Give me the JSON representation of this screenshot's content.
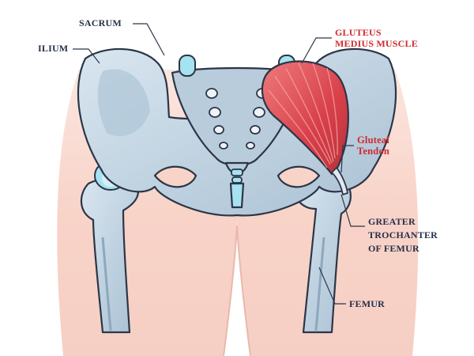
{
  "labels": {
    "sacrum": "SACRUM",
    "ilium": "ILIUM",
    "gluteus_medius": [
      "GLUTEUS",
      "MEDIUS MUSCLE"
    ],
    "gluteal_tendon": [
      "Gluteal",
      "Tendon"
    ],
    "greater_trochanter": [
      "GREATER",
      "TROCHANTER",
      "OF FEMUR"
    ],
    "femur": "FEMUR"
  },
  "colors": {
    "skin": "#f9d7cd",
    "bone_fill": "#c5d6e4",
    "bone_shade": "#9db4c8",
    "outline": "#2b3647",
    "muscle": "#d9474b",
    "cartilage": "#a6e2f1",
    "label_dark": "#25304a",
    "label_red": "#cf2a2e"
  },
  "icons": {
    "pelvis": "pelvis-illustration",
    "muscle": "gluteus-medius-illustration"
  }
}
